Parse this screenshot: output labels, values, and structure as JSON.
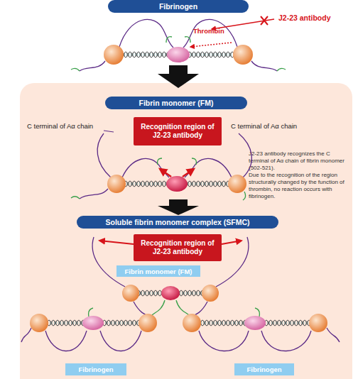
{
  "diagram": {
    "nodes": [
      {
        "text": [
          "Fibrinogen"
        ]
      },
      {
        "text": [
          "J2-23 antibody recognizes the C terminal of Aα chain of fibrin monomer (502-521).",
          "Due to the recognition of the region structurally changed by the function of thrombin, no reaction occurs with fibrinogen."
        ]
      },
      {
        "text": [
          "Fibrin monomer (FM)"
        ],
        "in": 1
      },
      {
        "text": [
          "Recognition region of J2-23 antibody"
        ],
        "in": 1
      },
      {
        "text": [
          "Soluble fibrin monomer complex (SFMC)"
        ],
        "in": 1
      },
      {
        "text": [
          "Recognition region of J2-23 antibody"
        ],
        "in": 1
      },
      {
        "text": [
          "Fibrin monomer (FM)"
        ],
        "in": 1
      },
      {
        "text": [
          "Fibrinogen"
        ],
        "in": 1
      },
      {
        "text": [
          "Fibrinogen"
        ],
        "in": 1
      }
    ],
    "labels": [
      "J2-23 antibody",
      "Thrombin",
      "C terminal of Aα chain",
      "C terminal of Aα chain"
    ]
  }
}
